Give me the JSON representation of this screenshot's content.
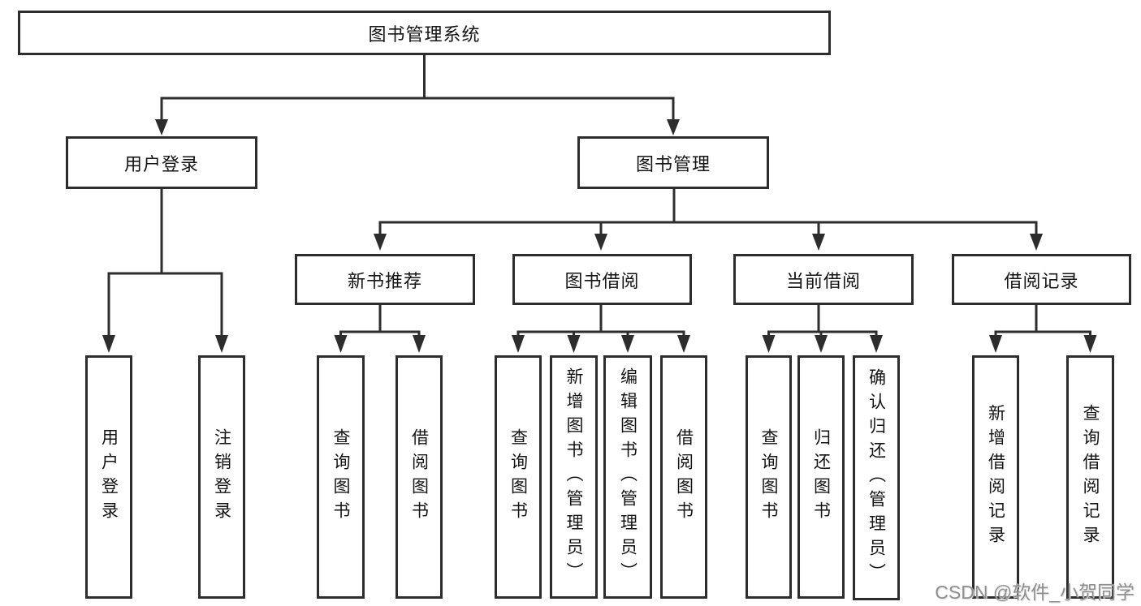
{
  "nodes": {
    "root": {
      "label": "图书管理系统"
    },
    "user_login": {
      "label": "用户登录"
    },
    "book_mgmt": {
      "label": "图书管理"
    },
    "new_book_rec": {
      "label": "新书推荐"
    },
    "book_borrow": {
      "label": "图书借阅"
    },
    "current_borrow": {
      "label": "当前借阅"
    },
    "borrow_records": {
      "label": "借阅记录"
    },
    "leaf_user_login": {
      "label": "用户登录"
    },
    "leaf_logout": {
      "label": "注销登录"
    },
    "leaf_nb_query_book": {
      "label": "查询图书"
    },
    "leaf_nb_borrow_book": {
      "label": "借阅图书"
    },
    "leaf_bb_query_book": {
      "label": "查询图书"
    },
    "leaf_bb_add_book": {
      "label": "新增图书（管理员）"
    },
    "leaf_bb_edit_book": {
      "label": "编辑图书（管理员）"
    },
    "leaf_bb_borrow_book": {
      "label": "借阅图书"
    },
    "leaf_cb_query_book": {
      "label": "查询图书"
    },
    "leaf_cb_return_book": {
      "label": "归还图书"
    },
    "leaf_cb_confirm_return": {
      "label": "确认归还（管理员）"
    },
    "leaf_br_add_record": {
      "label": "新增借阅记录"
    },
    "leaf_br_query_record": {
      "label": "查询借阅记录"
    }
  },
  "watermark": "CSDN @软件_小贺同学",
  "colors": {
    "line": "#2d2d2d",
    "text": "#141414",
    "watermark": "#8f8f8f",
    "background": "#ffffff"
  }
}
